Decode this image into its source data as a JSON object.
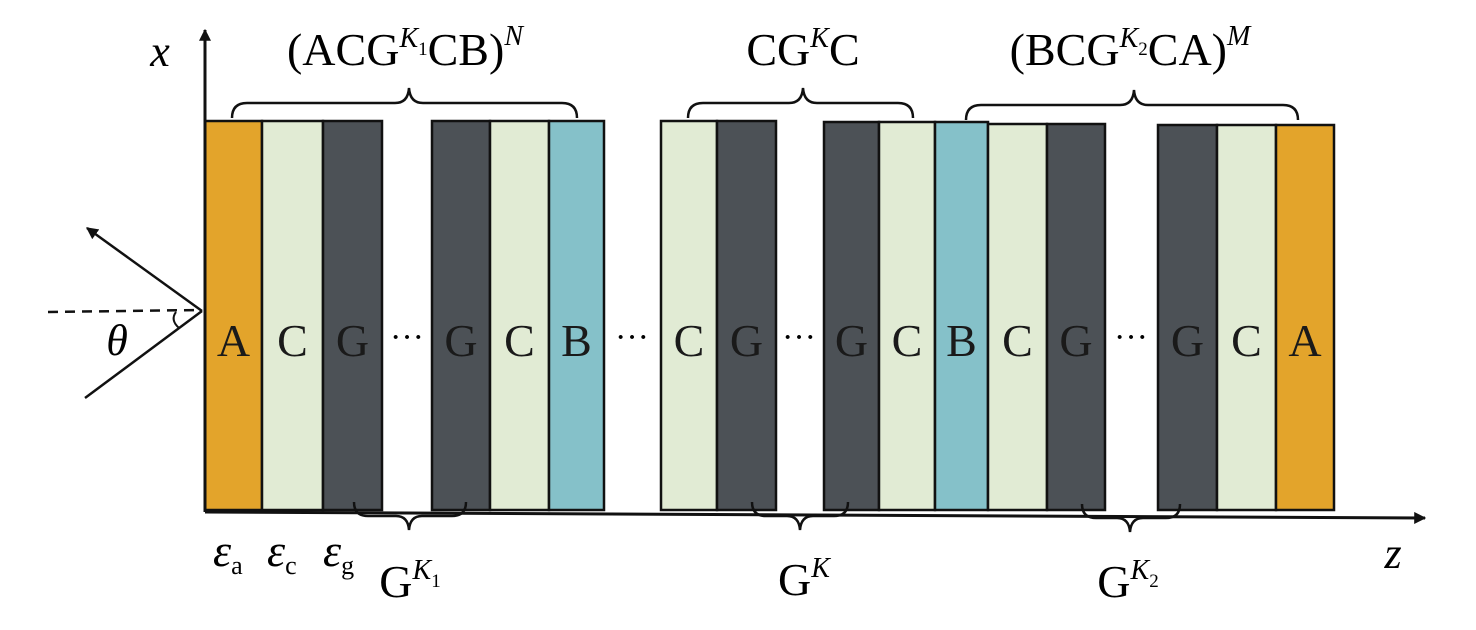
{
  "axes": {
    "x_label": "x",
    "z_label": "z",
    "angle_label": "θ"
  },
  "colors": {
    "A": "#E3A42B",
    "C": "#E1EBD4",
    "G": "#4C5156",
    "B": "#85C1C9",
    "line": "#111111"
  },
  "layers": [
    {
      "label": "A",
      "material": "A"
    },
    {
      "label": "C",
      "material": "C"
    },
    {
      "label": "G",
      "material": "G"
    },
    {
      "label": "G",
      "material": "G"
    },
    {
      "label": "C",
      "material": "C"
    },
    {
      "label": "B",
      "material": "B"
    },
    {
      "label": "C",
      "material": "C"
    },
    {
      "label": "G",
      "material": "G"
    },
    {
      "label": "G",
      "material": "G"
    },
    {
      "label": "C",
      "material": "C"
    },
    {
      "label": "B",
      "material": "B"
    },
    {
      "label": "C",
      "material": "C"
    },
    {
      "label": "G",
      "material": "G"
    },
    {
      "label": "G",
      "material": "G"
    },
    {
      "label": "C",
      "material": "C"
    },
    {
      "label": "A",
      "material": "A"
    }
  ],
  "ellipsis": "···",
  "top_groups": [
    {
      "base": "(ACG",
      "sup_main": "K",
      "sup_sub": "1",
      "tail": "CB)",
      "tail_sup": "N"
    },
    {
      "base": "CG",
      "sup_main": "K",
      "sup_sub": "",
      "tail": "C",
      "tail_sup": ""
    },
    {
      "base": "(BCG",
      "sup_main": "K",
      "sup_sub": "2",
      "tail": "CA)",
      "tail_sup": "M"
    }
  ],
  "bottom_groups": [
    {
      "base": "G",
      "sup_main": "K",
      "sup_sub": "1"
    },
    {
      "base": "G",
      "sup_main": "K",
      "sup_sub": ""
    },
    {
      "base": "G",
      "sup_main": "K",
      "sup_sub": "2"
    }
  ],
  "permittivities": [
    {
      "symbol": "ε",
      "sub": "a"
    },
    {
      "symbol": "ε",
      "sub": "c"
    },
    {
      "symbol": "ε",
      "sub": "g"
    }
  ]
}
